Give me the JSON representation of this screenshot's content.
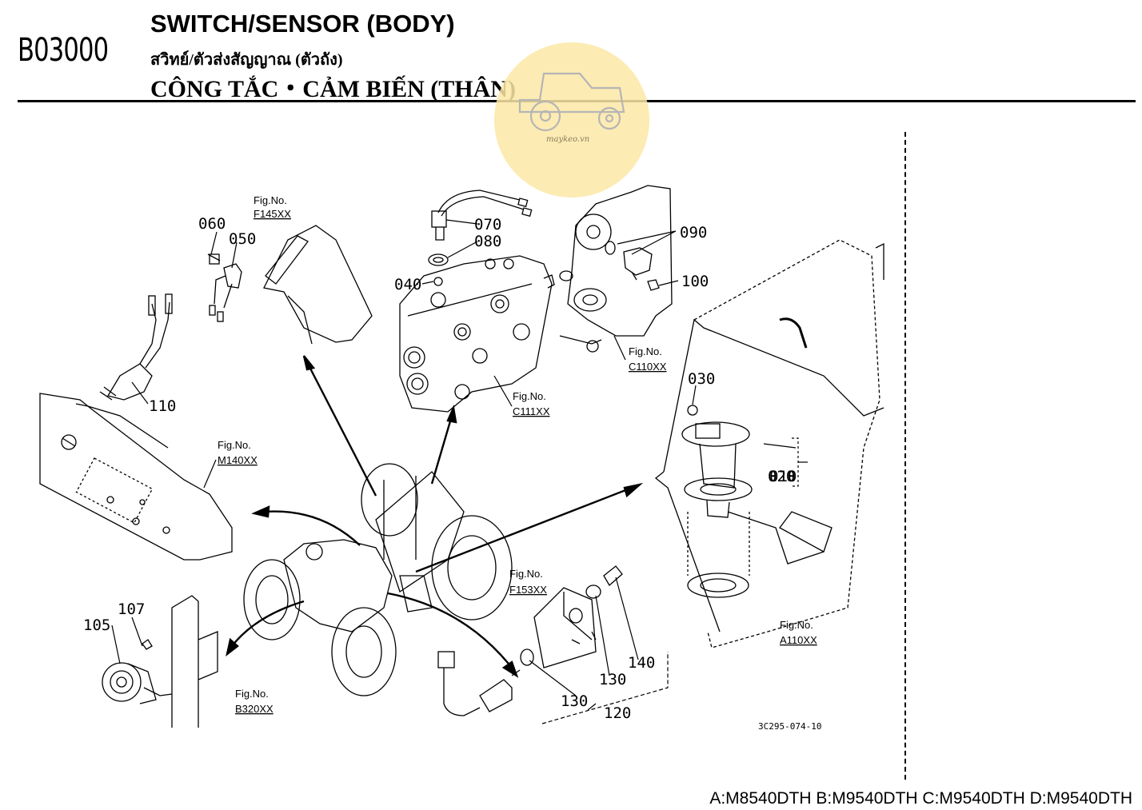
{
  "header": {
    "section_code": "B03000",
    "title_en": "SWITCH/SENSOR (BODY)",
    "title_th": "สวิทย์/ตัวส่งสัญญาณ (ตัวถัง)",
    "title_vi": "CÔNG TẮC・CẢM BIẾN (THÂN)"
  },
  "watermark": {
    "text": "maykeo.vn"
  },
  "callouts": [
    "010",
    "020",
    "030",
    "040",
    "050",
    "060",
    "070",
    "080",
    "090",
    "100",
    "105",
    "107",
    "110",
    "120",
    "130",
    "130",
    "140"
  ],
  "figure_refs": {
    "f145": {
      "label": "Fig.No.",
      "code": "F145XX"
    },
    "c111": {
      "label": "Fig.No.",
      "code": "C111XX"
    },
    "c110": {
      "label": "Fig.No.",
      "code": "C110XX"
    },
    "m140": {
      "label": "Fig.No.",
      "code": "M140XX"
    },
    "f153": {
      "label": "Fig.No.",
      "code": "F153XX"
    },
    "a110": {
      "label": "Fig.No.",
      "code": "A110XX"
    },
    "b320": {
      "label": "Fig.No.",
      "code": "B320XX"
    }
  },
  "drawing_number": "3C295-074-10",
  "footer": {
    "models": "A:M8540DTH B:M9540DTH C:M9540DTH D:M9540DTH"
  }
}
